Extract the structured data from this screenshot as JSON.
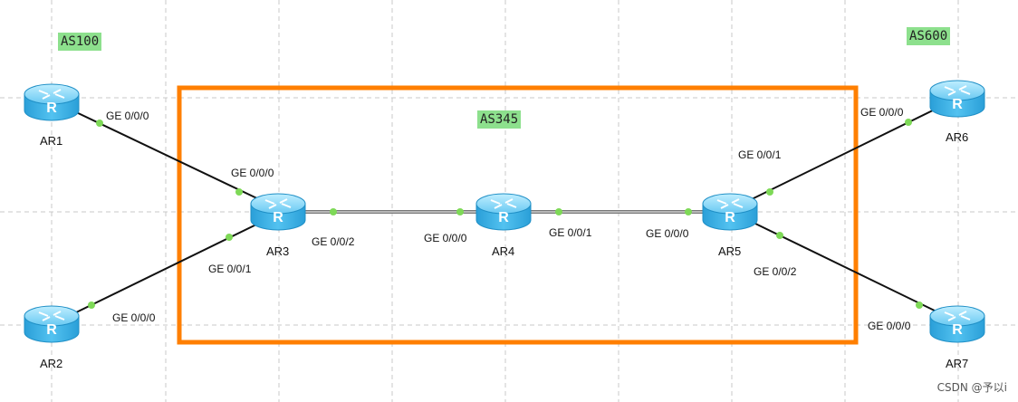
{
  "diagram": {
    "routers": [
      {
        "id": "ar1",
        "name": "AR1"
      },
      {
        "id": "ar2",
        "name": "AR2"
      },
      {
        "id": "ar3",
        "name": "AR3"
      },
      {
        "id": "ar4",
        "name": "AR4"
      },
      {
        "id": "ar5",
        "name": "AR5"
      },
      {
        "id": "ar6",
        "name": "AR6"
      },
      {
        "id": "ar7",
        "name": "AR7"
      }
    ],
    "as_labels": {
      "as100": "AS100",
      "as345": "AS345",
      "as600": "AS600"
    },
    "ports": {
      "ar1_ge000": "GE 0/0/0",
      "ar3_ge000": "GE 0/0/0",
      "ar3_ge001": "GE 0/0/1",
      "ar3_ge002": "GE 0/0/2",
      "ar2_ge000": "GE 0/0/0",
      "ar4_ge000": "GE 0/0/0",
      "ar4_ge001": "GE 0/0/1",
      "ar5_ge000": "GE 0/0/0",
      "ar5_ge001": "GE 0/0/1",
      "ar5_ge002": "GE 0/0/2",
      "ar6_ge000": "GE 0/0/0",
      "ar7_ge000": "GE 0/0/0"
    },
    "links": [
      {
        "from": "AR1",
        "to": "AR3",
        "style": "ethernet"
      },
      {
        "from": "AR2",
        "to": "AR3",
        "style": "ethernet"
      },
      {
        "from": "AR3",
        "to": "AR4",
        "style": "double"
      },
      {
        "from": "AR4",
        "to": "AR5",
        "style": "double"
      },
      {
        "from": "AR5",
        "to": "AR6",
        "style": "ethernet"
      },
      {
        "from": "AR5",
        "to": "AR7",
        "style": "ethernet"
      }
    ],
    "colors": {
      "as_box": "#ff7f00",
      "as_label_bg": "#8de08d",
      "port_dot": "#7ed957",
      "router_body": "#3fb3e8",
      "link": "#111111",
      "grid": "#c8c8c8"
    },
    "watermark": "CSDN @予以i"
  }
}
